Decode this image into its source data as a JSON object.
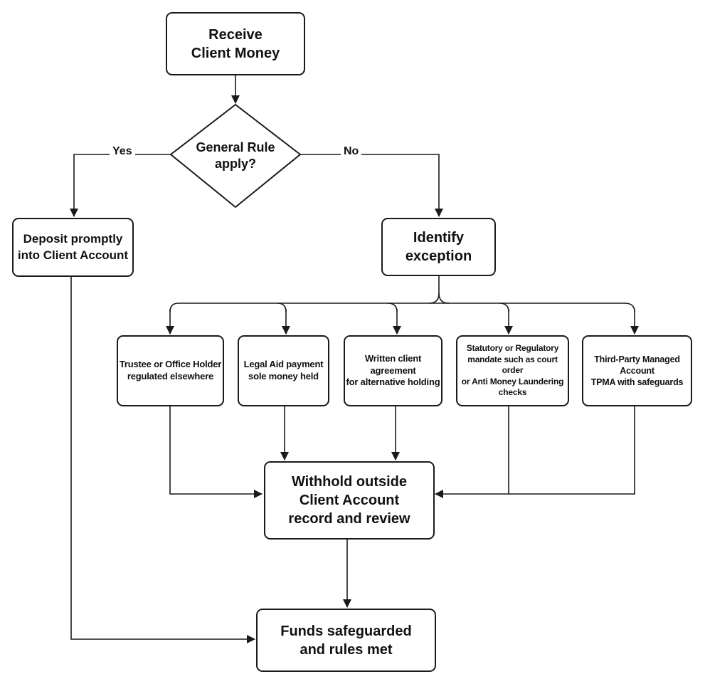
{
  "nodes": {
    "receive": {
      "line1": "Receive",
      "line2": "Client Money"
    },
    "decision": {
      "line1": "General Rule",
      "line2": "apply?"
    },
    "deposit": {
      "line1": "Deposit promptly",
      "line2": "into Client Account"
    },
    "identify": {
      "line1": "Identify",
      "line2": "exception"
    },
    "trustee": {
      "line1": "Trustee or Office Holder",
      "line2": "regulated elsewhere"
    },
    "legal_aid": {
      "line1": "Legal Aid payment",
      "line2": "sole money held"
    },
    "written": {
      "line1": "Written client agreement",
      "line2": "for alternative holding"
    },
    "statutory": {
      "line1": "Statutory or Regulatory",
      "line2": "mandate such as court order",
      "line3": "or Anti Money Laundering checks"
    },
    "tpma": {
      "line1": "Third-Party Managed Account",
      "line2": "TPMA with safeguards"
    },
    "withhold": {
      "line1": "Withhold outside",
      "line2": "Client Account",
      "line3": "record and review"
    },
    "funds": {
      "line1": "Funds safeguarded",
      "line2": "and rules met"
    }
  },
  "edges": {
    "yes_label": "Yes",
    "no_label": "No"
  },
  "colors": {
    "stroke": "#1a1a1a",
    "background": "#ffffff"
  }
}
